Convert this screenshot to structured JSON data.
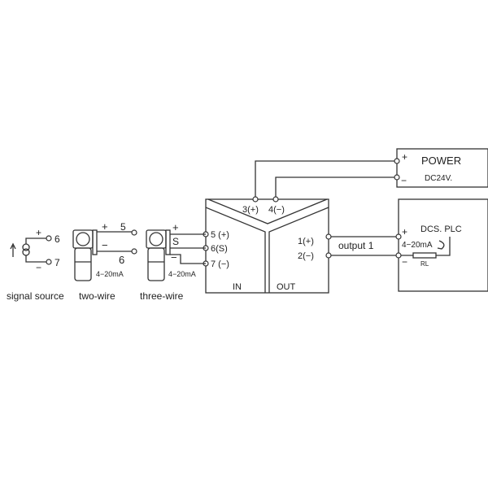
{
  "power": {
    "title": "POWER",
    "voltage": "DC24V.",
    "plus": "+",
    "minus": "−"
  },
  "module": {
    "top_terminals": [
      "3(+)",
      "4(−)"
    ],
    "in_terminals": [
      "5 (+)",
      "6(S)",
      "7 (−)"
    ],
    "out_terminals": [
      "1(+)",
      "2(−)"
    ],
    "in_label": "IN",
    "out_label": "OUT"
  },
  "output_label": "output 1",
  "dcs": {
    "title": "DCS. PLC",
    "current": "4−20mA",
    "resistor": "RL",
    "plus": "+",
    "minus": "−"
  },
  "signal_source": {
    "label": "signal source",
    "plus": "+",
    "minus": "−",
    "t1": "6",
    "t2": "7"
  },
  "two_wire": {
    "label": "two-wire",
    "plus": "+",
    "minus": "−",
    "t1": "5",
    "t2": "6",
    "current": "4−20mA"
  },
  "three_wire": {
    "label": "three-wire",
    "plus": "+",
    "s": "S",
    "minus": "−",
    "current": "4−20mA"
  }
}
